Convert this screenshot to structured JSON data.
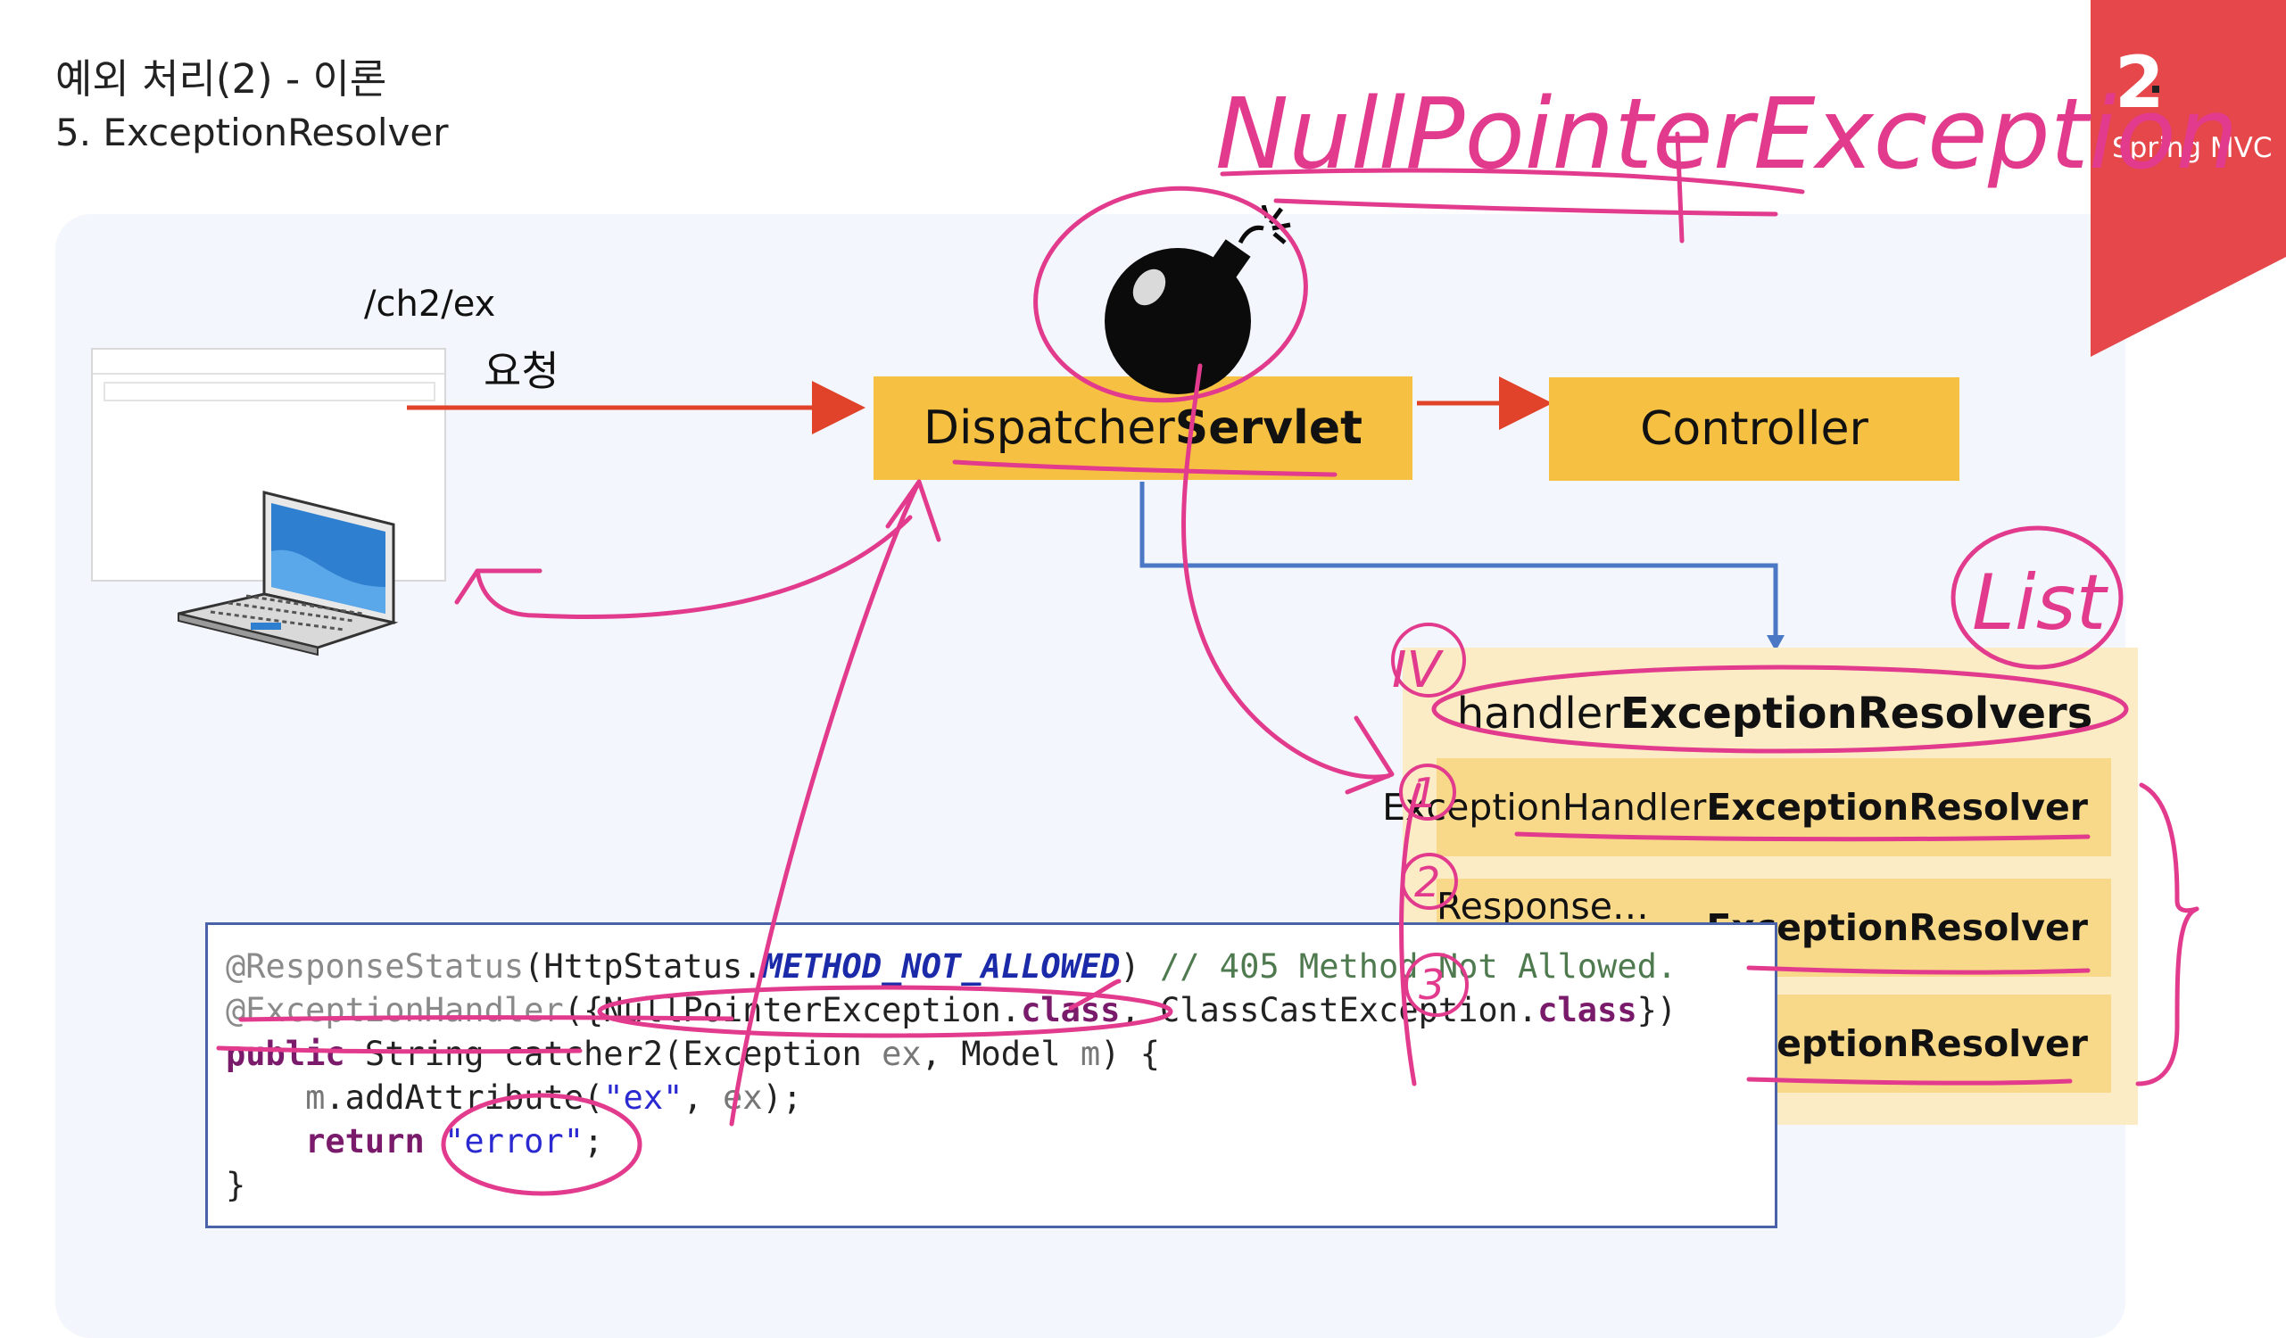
{
  "header": {
    "title": "예외 처리(2) - 이론",
    "subtitle": "5. ExceptionResolver"
  },
  "badge": {
    "number": "2",
    "label": "Spring MVC"
  },
  "request": {
    "url": "/ch2/ex",
    "label": "요청"
  },
  "boxes": {
    "dispatcher_pre": "Dispatcher",
    "dispatcher_bold": "Servlet",
    "controller": "Controller"
  },
  "resolvers": {
    "header_pre": "handler",
    "header_bold": "ExceptionResolvers",
    "items": [
      {
        "pre": "ExceptionHandler",
        "bold": "ExceptionResolver"
      },
      {
        "pre": "Response…Status",
        "bold": "ExceptionResolver"
      },
      {
        "pre": "…",
        "bold": "ExceptionResolver"
      }
    ]
  },
  "code": {
    "l1_annotation": "@ResponseStatus",
    "l1_args_pre": "(HttpStatus.",
    "l1_const": "METHOD_NOT_ALLOWED",
    "l1_close": ") ",
    "l1_comment": "// 405 Method Not Allowed.",
    "l2_annotation": "@ExceptionHandler",
    "l2_open": "({NullPointerException.",
    "l2_kw1": "class",
    "l2_mid": ", ClassCastException.",
    "l2_kw2": "class",
    "l2_close": "})",
    "l3_kw": "public",
    "l3_rest_pre": " String catcher2(Exception ",
    "l3_p1": "ex",
    "l3_mid": ", Model ",
    "l3_p2": "m",
    "l3_end": ") {",
    "l4_indent": "    ",
    "l4_p1": "m",
    "l4_call": ".addAttribute(",
    "l4_str": "\"ex\"",
    "l4_comma": ", ",
    "l4_p2": "ex",
    "l4_end": ");",
    "l5_indent": "    ",
    "l5_kw": "return",
    "l5_space": " ",
    "l5_str": "\"error\"",
    "l5_end": ";",
    "l6": "}"
  },
  "handwriting": {
    "exception_note": "NullPointerException",
    "list_note": "List",
    "marker_4": "IV",
    "marker_1": "1",
    "marker_2": "2",
    "marker_3": "3"
  },
  "colors": {
    "accent_red": "#e5474b",
    "box_yellow": "#f6c143",
    "resolver_yellow": "#f8d98a",
    "arrow_red": "#e0432a",
    "connector_blue": "#4a78c4",
    "code_border": "#4a63a8",
    "ink_pink": "#e23a8c"
  },
  "icons": [
    "laptop-icon",
    "browser-window-icon",
    "bomb-icon"
  ]
}
